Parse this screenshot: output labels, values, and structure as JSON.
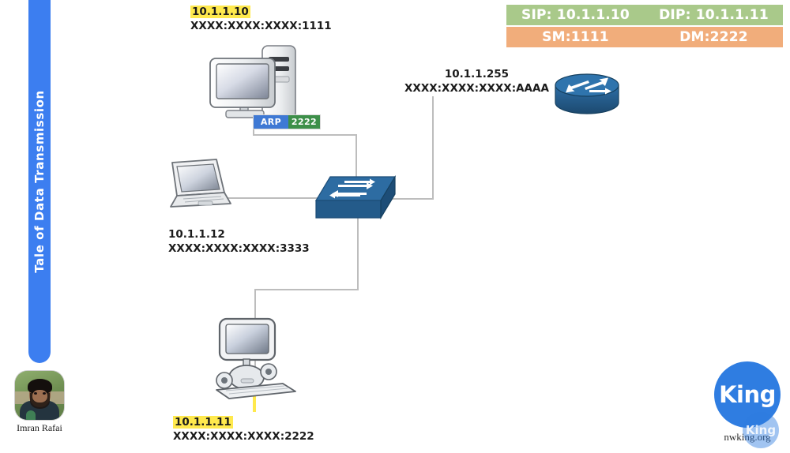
{
  "banner": {
    "title": "Tale of Data Transmission"
  },
  "presenter": {
    "name": "Imran Rafai",
    "photo_alt": "presenter-photo"
  },
  "info_table": {
    "rows": [
      {
        "left": "SIP: 10.1.1.10",
        "right": "DIP: 10.1.1.11",
        "color": "#a9c98a"
      },
      {
        "left": "SM:1111",
        "right": "DM:2222",
        "color": "#f1ad7b"
      }
    ]
  },
  "nodes": {
    "desktop_pc": {
      "ip": "10.1.1.10",
      "mac": "XXXX:XXXX:XXXX:1111",
      "highlight_color": "#ffe94d",
      "icon": "desktop-computer-icon"
    },
    "laptop": {
      "ip": "10.1.1.12",
      "mac": "XXXX:XXXX:XXXX:3333",
      "icon": "laptop-icon"
    },
    "bottom_pc": {
      "ip": "10.1.1.11",
      "mac": "XXXX:XXXX:XXXX:2222",
      "highlight_color": "#ffe94d",
      "icon": "all-in-one-computer-icon"
    },
    "router": {
      "ip": "10.1.1.255",
      "mac": "XXXX:XXXX:XXXX:AAAA",
      "icon": "router-icon"
    },
    "switch": {
      "icon": "switch-icon"
    }
  },
  "arp_badge": {
    "protocol": "ARP",
    "value": "2222",
    "protocol_color": "#3f79d4",
    "value_color": "#3d8f49"
  },
  "logo": {
    "mark": "King",
    "url": "nwking.org",
    "watermark": "King",
    "color": "#2f7de1"
  }
}
